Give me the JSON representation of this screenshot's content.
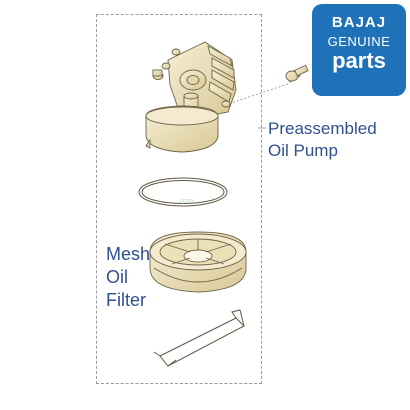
{
  "badge": {
    "brand": "BAJAJ",
    "line2": "GENUINE",
    "line3": "parts",
    "color": "#1f72b8"
  },
  "labels": {
    "pump": [
      "Preassembled",
      "Oil Pump"
    ],
    "filter": [
      "Mesh",
      "Oil",
      "Filter"
    ],
    "color": "#2f4f8f"
  },
  "watermark": "rpm",
  "part_fill": "#efe5c3"
}
